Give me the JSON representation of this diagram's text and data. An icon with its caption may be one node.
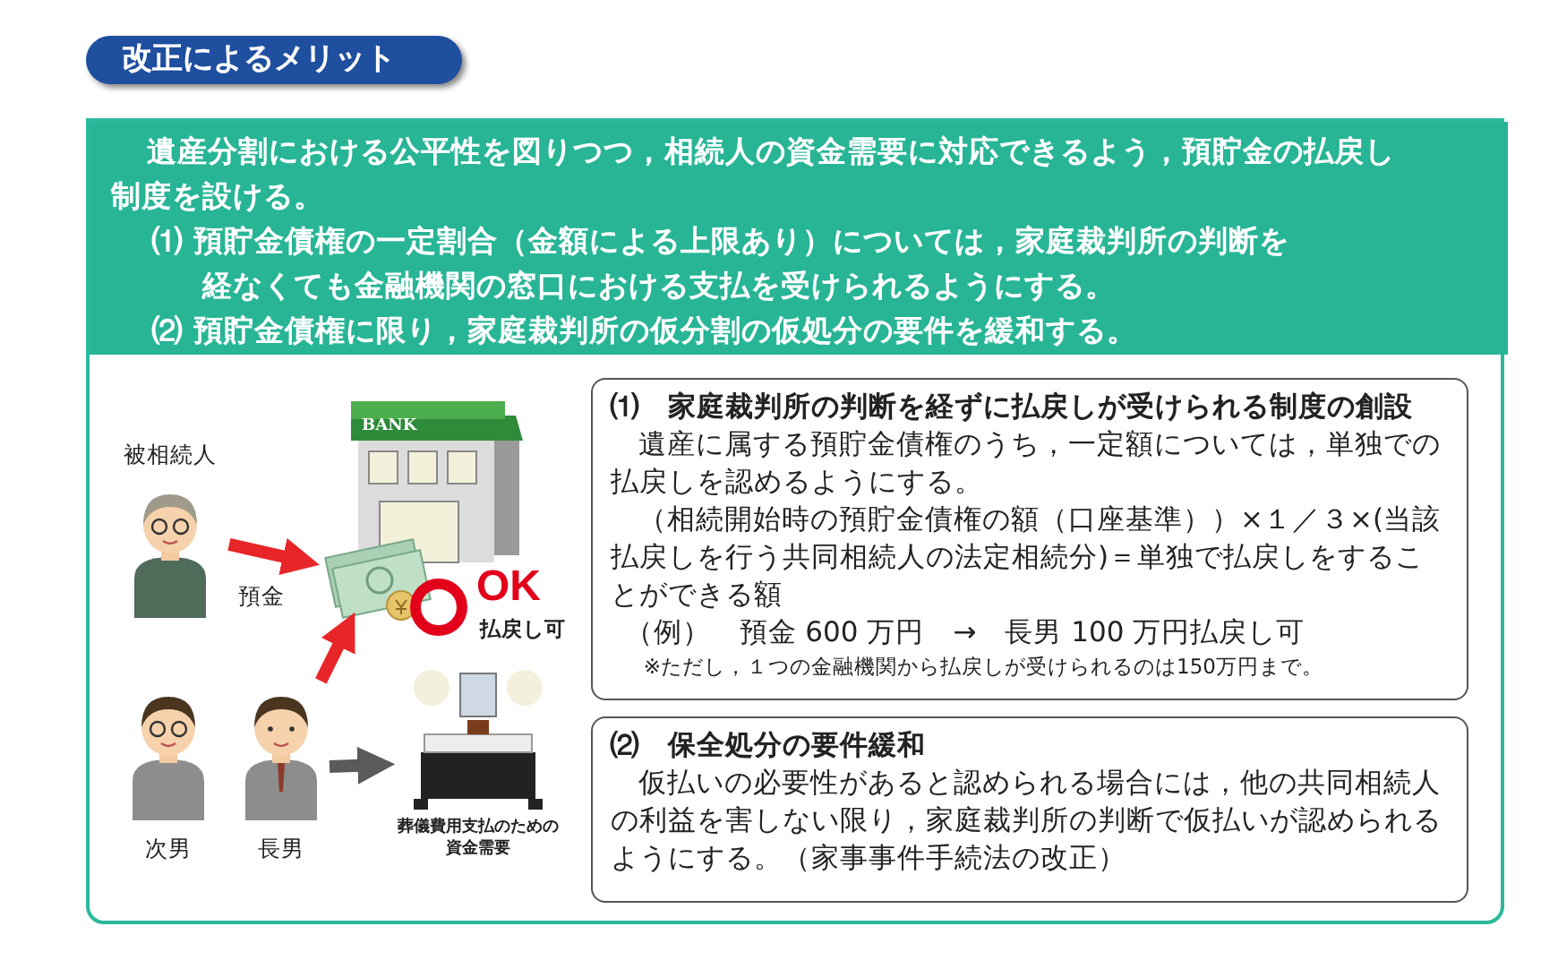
{
  "diagram": {
    "title": "改正によるメリット",
    "nodes": [
      {
        "text": [],
        "shape": "box"
      },
      {
        "text": [
          "遺産分割における公平性を図りつつ，相続人の資金需要に対応できるよう，預貯金の払戻し制度を設ける。",
          "⑴ 預貯金債権の一定割合（金額による上限あり）については，家庭裁判所の判断を経なくても金融機関の窓口における支払を受けられるようにする。",
          "⑵ 預貯金債権に限り，家庭裁判所の仮分割の仮処分の要件を緩和する。"
        ],
        "in": 0
      },
      {
        "text": [
          "被相続人"
        ],
        "in": 0
      },
      {
        "text": [
          "BANK"
        ],
        "in": 0
      },
      {
        "text": [],
        "shape": "picture",
        "in": 0
      },
      {
        "text": [
          "OK",
          "払戻し可"
        ],
        "in": 0
      },
      {
        "text": [
          "次男"
        ],
        "in": 0
      },
      {
        "text": [
          "長男"
        ],
        "in": 0
      },
      {
        "text": [
          "葬儀費用支払のための資金需要"
        ],
        "in": 0
      },
      {
        "text": [
          "⑴　家庭裁判所の判断を経ずに払戻しが受けられる制度の創設",
          "遺産に属する預貯金債権のうち，一定額については，単独での払戻しを認めるようにする。",
          "（相続開始時の預貯金債権の額（口座基準））×１／３×(当該払戻しを行う共同相続人の法定相続分)＝単独で払戻しをすることができる額",
          "（例）　預金 600 万円　→　長男 100 万円払戻し可",
          "※ただし，１つの金融機関から払戻しが受けられるのは150万円まで。"
        ],
        "in": 0
      },
      {
        "text": [
          "⑵　保全処分の要件緩和",
          "仮払いの必要性があると認められる場合には，他の共同相続人の利益を害しない限り，家庭裁判所の判断で仮払いが認められるようにする。（家事事件手続法の改正）"
        ],
        "in": 0
      }
    ],
    "edges": [
      {
        "from": 2,
        "to": 4,
        "arrow": "to",
        "label": "預金"
      },
      {
        "from": 7,
        "to": 4,
        "arrow": "to"
      },
      {
        "from": 7,
        "to": 8,
        "arrow": "to",
        "color": "#5a5a5a"
      }
    ]
  }
}
